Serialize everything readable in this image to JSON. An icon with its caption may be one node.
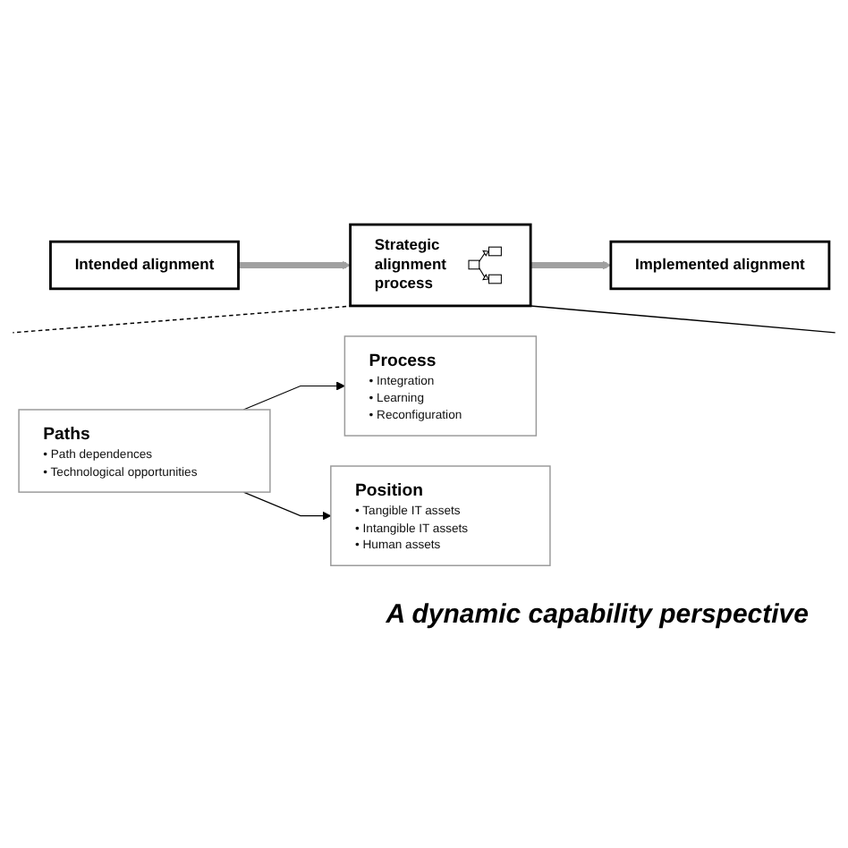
{
  "diagram": {
    "nodes": [
      {
        "text": [
          "Intended alignment"
        ]
      },
      {
        "text": [
          "Strategic alignment process"
        ]
      },
      {
        "text": [
          "Implemented alignment"
        ]
      },
      {
        "text": [
          "Process",
          "• Integration",
          "• Learning",
          "• Reconfiguration"
        ]
      },
      {
        "text": [
          "Paths",
          "• Path dependences",
          "• Technological opportunities"
        ]
      },
      {
        "text": [
          "Position",
          "• Tangible IT assets",
          "• Intangible IT assets",
          "• Human assets"
        ]
      }
    ],
    "edges": [
      {
        "from": 0,
        "to": 1,
        "arrow": "to",
        "style": "thick",
        "color": "#a0a0a0"
      },
      {
        "from": 1,
        "to": 2,
        "arrow": "to",
        "style": "thick",
        "color": "#a0a0a0"
      },
      {
        "from": 1,
        "to": null,
        "arrow": "none",
        "style": "dashed"
      },
      {
        "from": 1,
        "to": null,
        "arrow": "none"
      },
      {
        "from": 4,
        "to": 3,
        "arrow": "to"
      },
      {
        "from": 4,
        "to": 5,
        "arrow": "to"
      }
    ],
    "labels": [
      "A dynamic capability perspective"
    ]
  }
}
